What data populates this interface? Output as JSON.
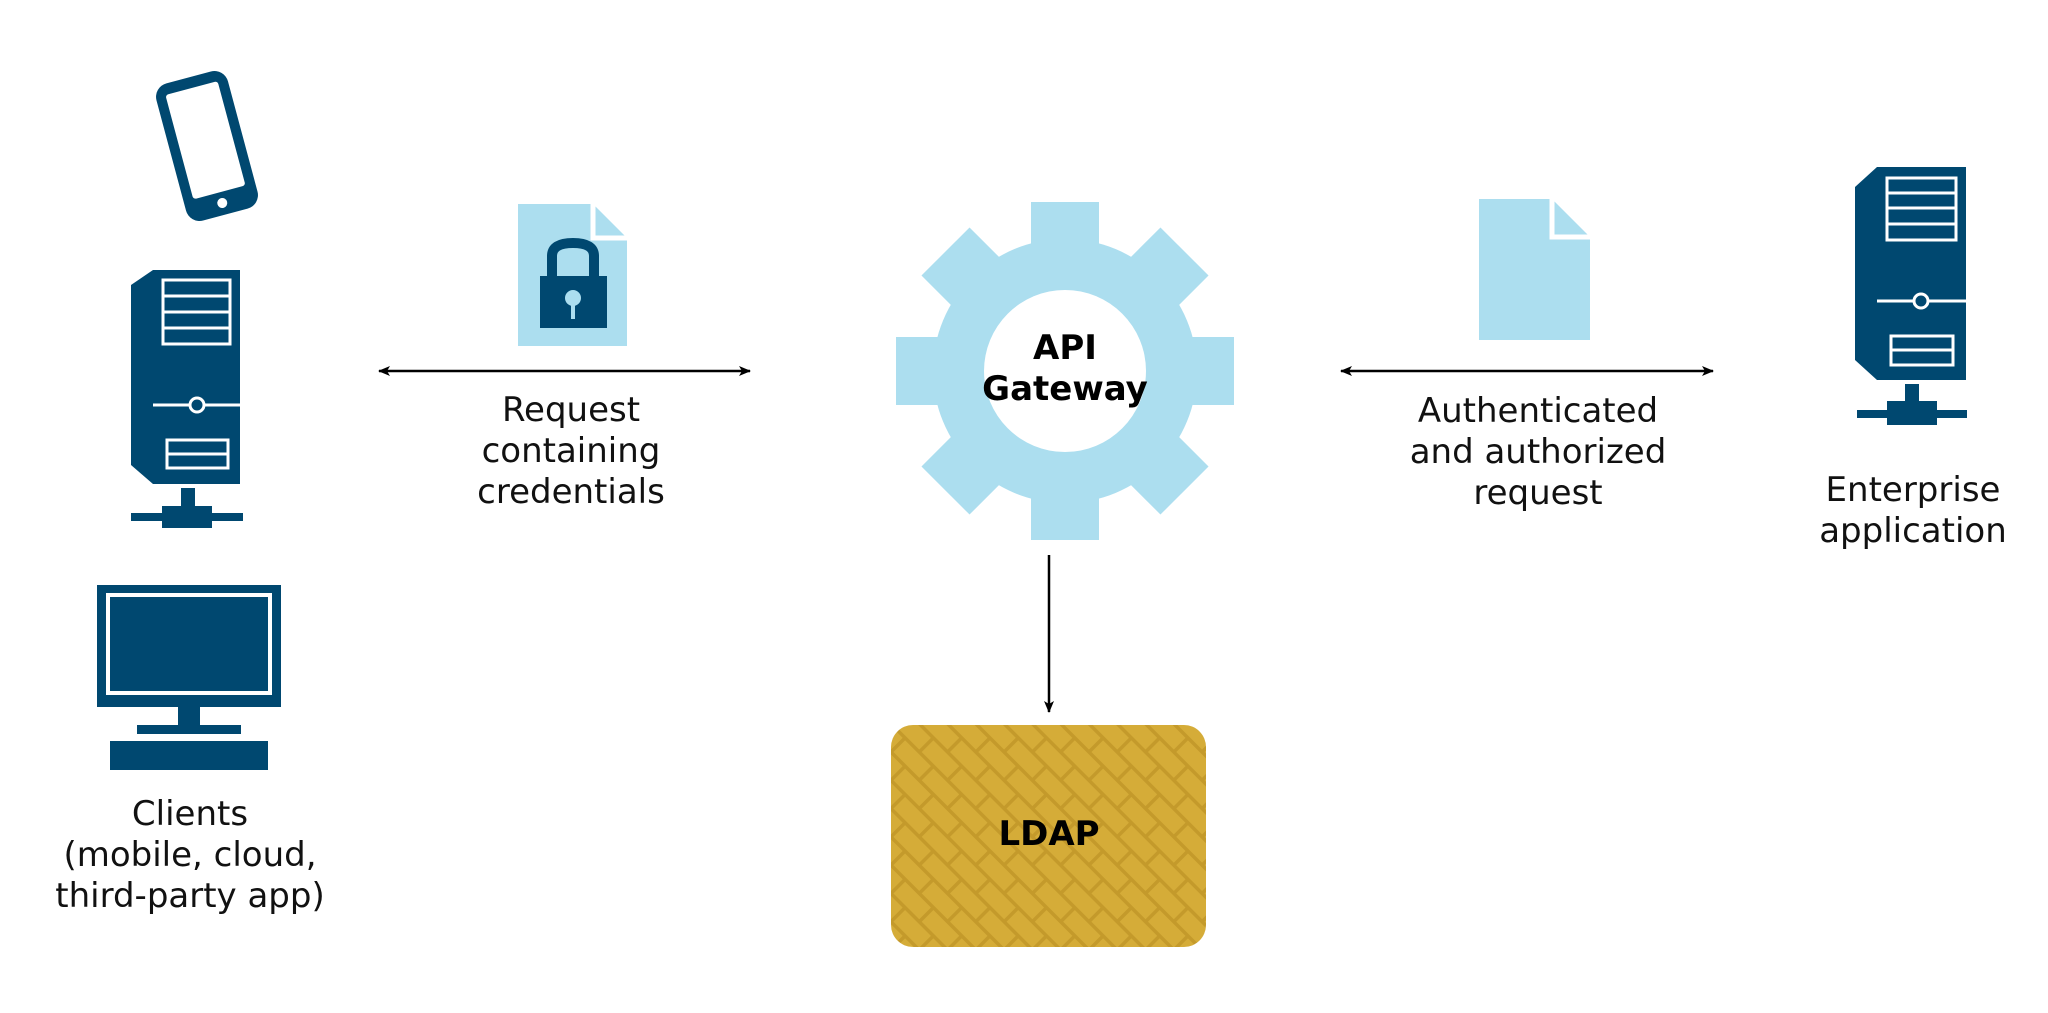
{
  "colors": {
    "dark_blue": "#004870",
    "light_blue": "#acdeef",
    "ldap_gold": "#d5ac38",
    "ldap_pattern": "#c49a2b",
    "arrow": "#000000"
  },
  "clients": {
    "icons": [
      "mobile-phone-icon",
      "server-tower-icon",
      "desktop-monitor-icon"
    ],
    "label_lines": [
      "Clients",
      "(mobile, cloud,",
      "third-party app)"
    ]
  },
  "request_flow": {
    "icon": "locked-document-icon",
    "label_lines": [
      "Request",
      "containing",
      "credentials"
    ]
  },
  "gateway": {
    "icon": "gear-icon",
    "label_lines": [
      "API",
      "Gateway"
    ]
  },
  "authorized_flow": {
    "icon": "document-icon",
    "label_lines": [
      "Authenticated",
      "and authorized",
      "request"
    ]
  },
  "enterprise": {
    "icon": "server-tower-icon",
    "label_lines": [
      "Enterprise",
      "application"
    ]
  },
  "ldap": {
    "label": "LDAP"
  }
}
